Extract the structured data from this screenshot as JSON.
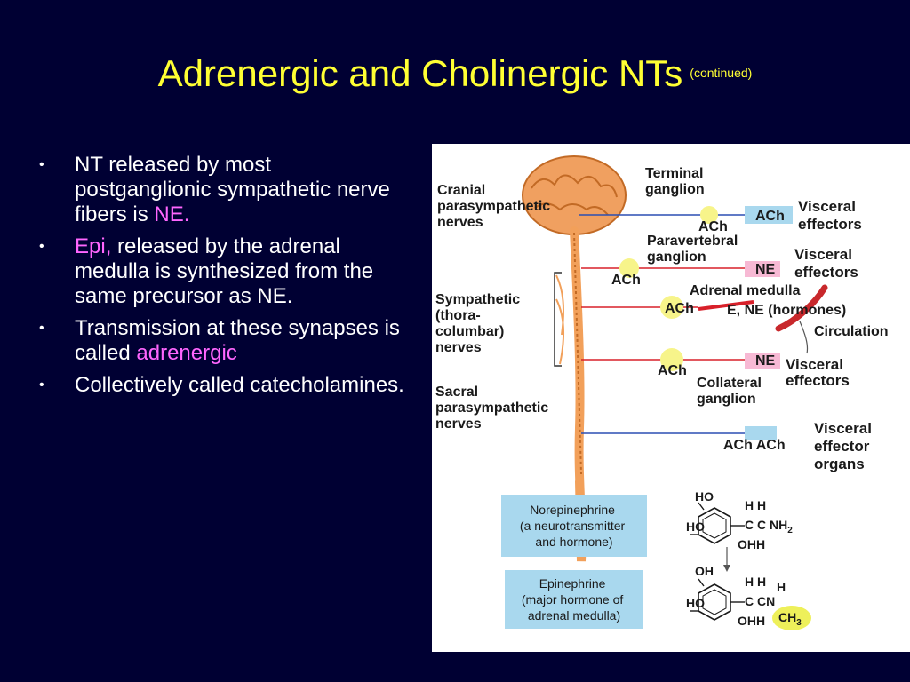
{
  "slide": {
    "title": "Adrenergic and Cholinergic NTs",
    "title_sub": "(continued)",
    "bullets": [
      {
        "parts": [
          {
            "text": "NT released by most postganglionic sympathetic nerve fibers is ",
            "hl": false
          },
          {
            "text": "NE.",
            "hl": true
          }
        ]
      },
      {
        "parts": [
          {
            "text": "Epi,",
            "hl": true
          },
          {
            "text": " released by the adrenal medulla is synthesized from the same precursor as NE.",
            "hl": false
          }
        ]
      },
      {
        "parts": [
          {
            "text": "Transmission at these synapses is called ",
            "hl": false
          },
          {
            "text": "adrenergic",
            "hl": true
          }
        ]
      },
      {
        "parts": [
          {
            "text": "Collectively called catecholamines.",
            "hl": false
          }
        ]
      }
    ]
  },
  "figure": {
    "left_labels": {
      "cranial": [
        "Cranial",
        "parasympathetic",
        "nerves"
      ],
      "sympathetic": [
        "Sympathetic",
        "(thora-",
        "columbar)",
        "nerves"
      ],
      "sacral": [
        "Sacral",
        "parasympathetic",
        "nerves"
      ]
    },
    "ganglia": {
      "terminal": [
        "Terminal",
        "ganglion"
      ],
      "paravertebral": [
        "Paravertebral",
        "ganglion"
      ],
      "collateral": [
        "Collateral",
        "ganglion"
      ],
      "adrenal": "Adrenal medulla"
    },
    "nt": {
      "ach": "ACh",
      "ne": "NE",
      "ach_pair": "ACh ACh",
      "hormones": "E, NE (hormones)",
      "circulation": "Circulation"
    },
    "effectors": {
      "visceral": [
        "Visceral",
        "effectors"
      ],
      "visceral_organs": [
        "Visceral",
        "effector",
        "organs"
      ]
    },
    "boxes": {
      "norepinephrine": [
        "Norepinephrine",
        "(a neurotransmitter",
        "and hormone)"
      ],
      "epinephrine": [
        "Epinephrine",
        "(major hormone of",
        "adrenal medulla)"
      ]
    },
    "chem": {
      "ho": "HO",
      "oh": "OH",
      "h": "H",
      "hh": "H H",
      "cc": "C C",
      "ccn": "C CN",
      "nh": "NH",
      "sub2": "2",
      "ohh": "OHH",
      "ch": "CH",
      "sub3": "3"
    },
    "colors": {
      "ach_fill": "#a9d8ee",
      "ne_fill": "#f7b9d4",
      "box_fill": "#a9d8ee",
      "ganglion_fill": "#f7f48a",
      "spinal": "#f2a05a",
      "line_blue": "#2b4fb3",
      "line_red": "#d8202a",
      "ch3_fill": "#eef05a"
    }
  }
}
